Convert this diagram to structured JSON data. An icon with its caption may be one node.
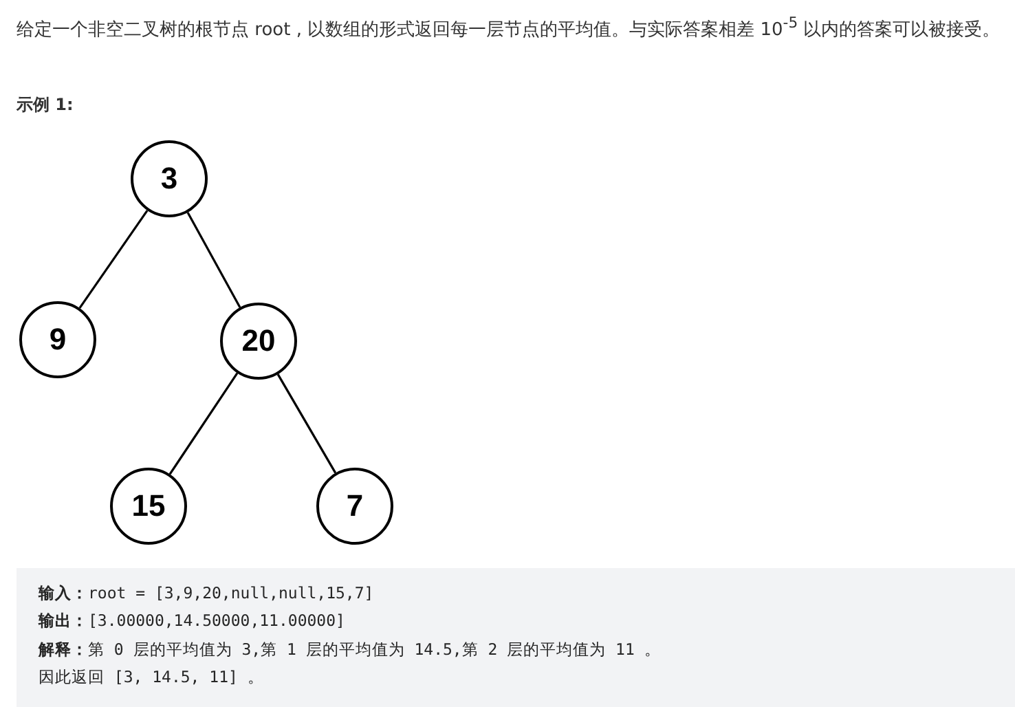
{
  "diagram": {
    "nodes": [
      {
        "text": [
          "3"
        ]
      },
      {
        "text": [
          "9"
        ]
      },
      {
        "text": [
          "20"
        ]
      },
      {
        "text": [
          "15"
        ]
      },
      {
        "text": [
          "7"
        ]
      }
    ],
    "edges": [
      {
        "from": 0,
        "to": 1,
        "arrow": "none"
      },
      {
        "from": 0,
        "to": 2,
        "arrow": "none"
      },
      {
        "from": 2,
        "to": 3,
        "arrow": "none"
      },
      {
        "from": 2,
        "to": 4,
        "arrow": "none"
      }
    ],
    "labels": [
      "给定一个非空二叉树的根节点 root , 以数组的形式返回每一层节点的平均值。与实际答案相差 10$^{-5}$ 以内的答案可以被接受。",
      "示例 1:",
      "**输入：**root = [3,9,20,null,null,15,7]",
      "**输出：**[3.00000,14.50000,11.00000]",
      "**解释：**第 0 层的平均值为 3,第 1 层的平均值为 14.5,第 2 层的平均值为 11 。",
      "因此返回 [3, 14.5, 11] 。"
    ]
  }
}
